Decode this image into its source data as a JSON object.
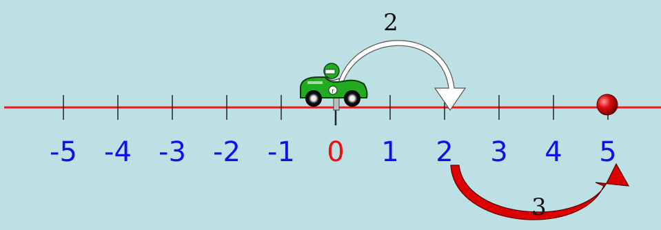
{
  "colors": {
    "background": "#bde0e4",
    "line": "#f01818",
    "tick": "#222222",
    "label": "#1010ee",
    "zero_label": "#ee1010",
    "jump1_arrow": "#ffffff",
    "jump2_arrow": "#dd0000",
    "car_body": "#22aa22",
    "endpoint": "#cc0000"
  },
  "number_line": {
    "ticks": [
      {
        "value": -5,
        "label": "-5"
      },
      {
        "value": -4,
        "label": "-4"
      },
      {
        "value": -3,
        "label": "-3"
      },
      {
        "value": -2,
        "label": "-2"
      },
      {
        "value": -1,
        "label": "-1"
      },
      {
        "value": 0,
        "label": "0"
      },
      {
        "value": 1,
        "label": "1"
      },
      {
        "value": 2,
        "label": "2"
      },
      {
        "value": 3,
        "label": "3"
      },
      {
        "value": 4,
        "label": "4"
      },
      {
        "value": 5,
        "label": "5"
      }
    ]
  },
  "jumps": [
    {
      "label": "2",
      "from": 0,
      "to": 2,
      "style": "outline-arrow-above"
    },
    {
      "label": "3",
      "from": 2,
      "to": 5,
      "style": "red-arrow-below"
    }
  ],
  "car": {
    "position": 0,
    "icon": "race-car-icon"
  },
  "endpoint": {
    "value": 5,
    "icon": "red-ball-icon"
  }
}
